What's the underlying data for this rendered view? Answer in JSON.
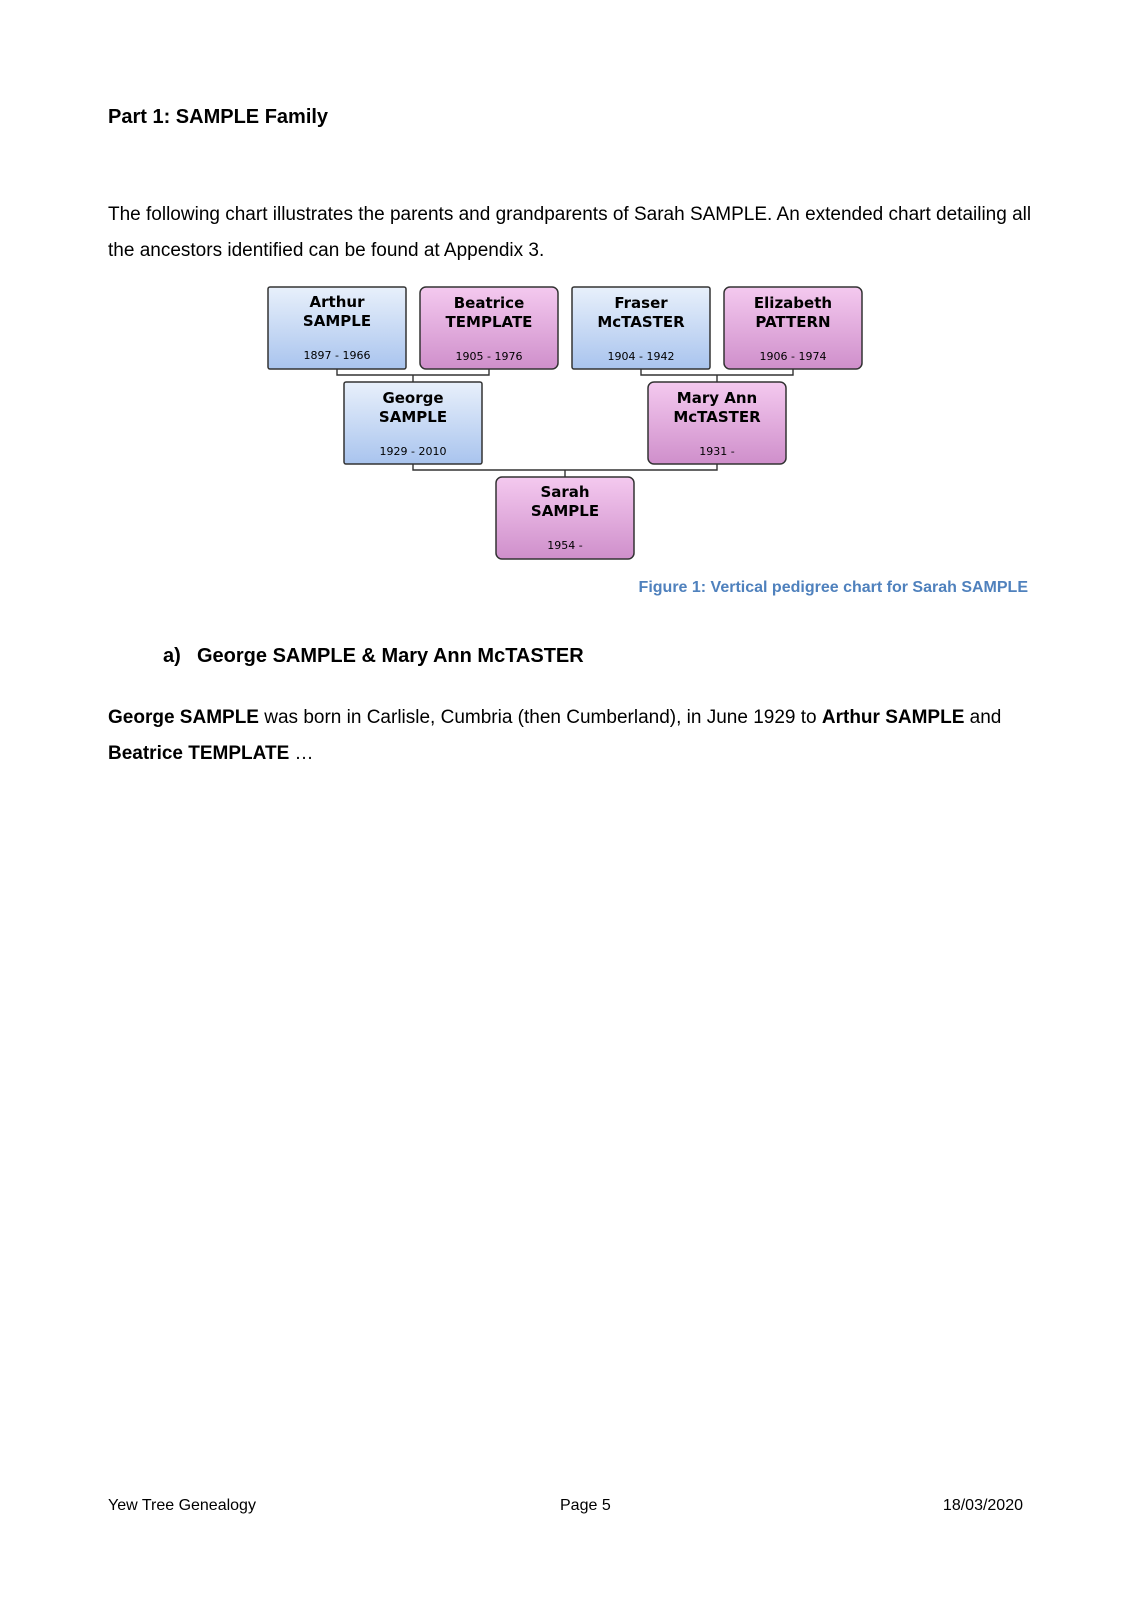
{
  "heading": "Part 1: SAMPLE Family",
  "intro": "The following chart illustrates the parents and grandparents of Sarah SAMPLE.  An extended chart detailing all the ancestors identified can be found at Appendix 3.",
  "colors": {
    "male_top": "#e8f0fb",
    "male_bottom": "#a9c4ee",
    "female_top": "#f4c9ef",
    "female_bottom": "#cf8fcb",
    "caption": "#4f81bd"
  },
  "pedigree": {
    "people": [
      {
        "id": "arthur",
        "first": "Arthur",
        "surname": "SAMPLE",
        "dates": "1897 - 1966",
        "sex": "male"
      },
      {
        "id": "beatrice",
        "first": "Beatrice",
        "surname": "TEMPLATE",
        "dates": "1905 - 1976",
        "sex": "female"
      },
      {
        "id": "fraser",
        "first": "Fraser",
        "surname": "McTASTER",
        "dates": "1904 - 1942",
        "sex": "male"
      },
      {
        "id": "elizabeth",
        "first": "Elizabeth",
        "surname": "PATTERN",
        "dates": "1906 - 1974",
        "sex": "female"
      },
      {
        "id": "george",
        "first": "George",
        "surname": "SAMPLE",
        "dates": "1929 - 2010",
        "sex": "male"
      },
      {
        "id": "mary-ann",
        "first": "Mary Ann",
        "surname": "McTASTER",
        "dates": "1931 -",
        "sex": "female"
      },
      {
        "id": "sarah",
        "first": "Sarah",
        "surname": "SAMPLE",
        "dates": "1954 -",
        "sex": "female"
      }
    ]
  },
  "figure_caption": "Figure 1: Vertical pedigree chart for Sarah SAMPLE",
  "section": {
    "marker": "a)",
    "title": "George SAMPLE & Mary Ann McTASTER"
  },
  "body": {
    "s1": "George SAMPLE",
    "s2": " was born in Carlisle, Cumbria (then Cumberland), in June 1929 to ",
    "s3": "Arthur SAMPLE",
    "s4": " and ",
    "s5": "Beatrice TEMPLATE",
    "s6": " …"
  },
  "footer": {
    "left": "Yew Tree Genealogy",
    "center": "Page 5",
    "right": "18/03/2020"
  }
}
